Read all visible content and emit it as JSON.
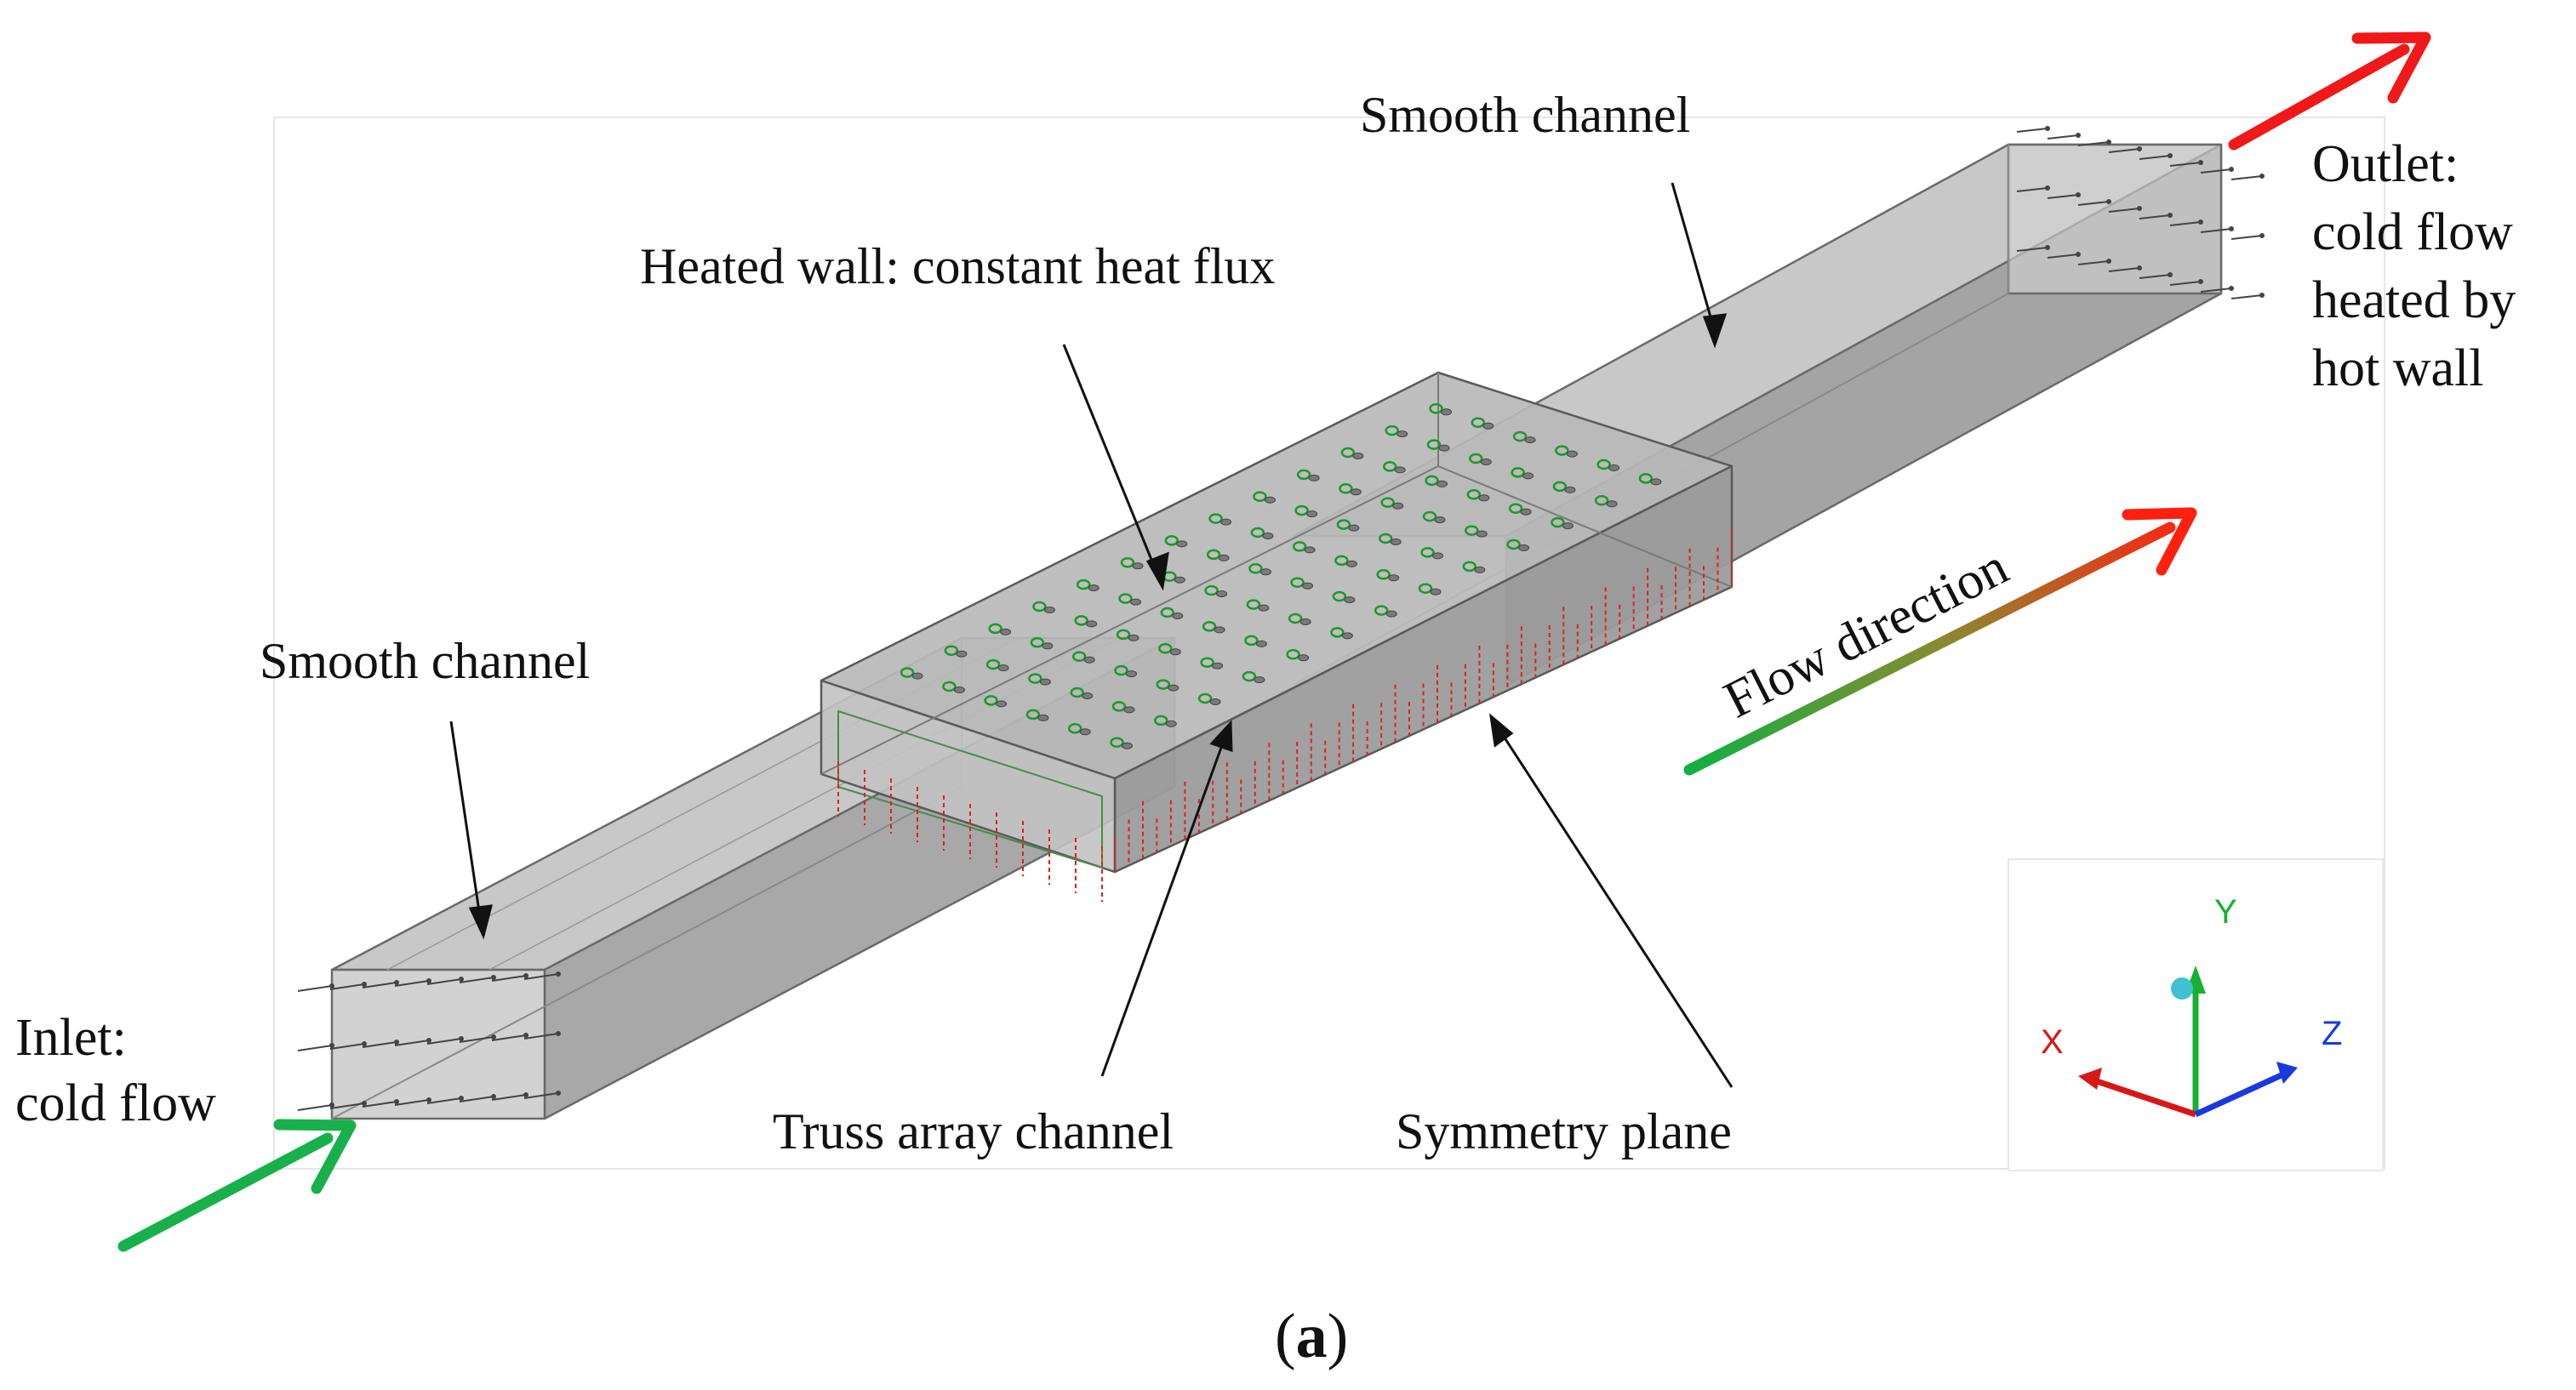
{
  "labels": {
    "smooth_top": "Smooth channel",
    "smooth_left": "Smooth channel",
    "heated_wall": "Heated wall: constant heat flux",
    "truss_array": "Truss array channel",
    "symmetry_plane": "Symmetry plane",
    "inlet_line1": "Inlet:",
    "inlet_line2": "cold flow",
    "outlet_line1": "Outlet:",
    "outlet_line2": "cold flow",
    "outlet_line3": "heated by",
    "outlet_line4": "hot wall",
    "flow_direction": "Flow direction",
    "caption_open": "(",
    "caption_letter": "a",
    "caption_close": ")"
  },
  "axes": {
    "x": "X",
    "y": "Y",
    "z": "Z"
  },
  "colors": {
    "inlet_arrow": "#18b04a",
    "outlet_arrow": "#f01818",
    "flow_gradient_start": "#10b040",
    "flow_gradient_end": "#ff2010",
    "axis_x": "#d81818",
    "axis_y": "#18b030",
    "axis_z": "#1838e0",
    "truss_markers": "#1a9a2a",
    "symmetry_markers": "#e02020"
  }
}
